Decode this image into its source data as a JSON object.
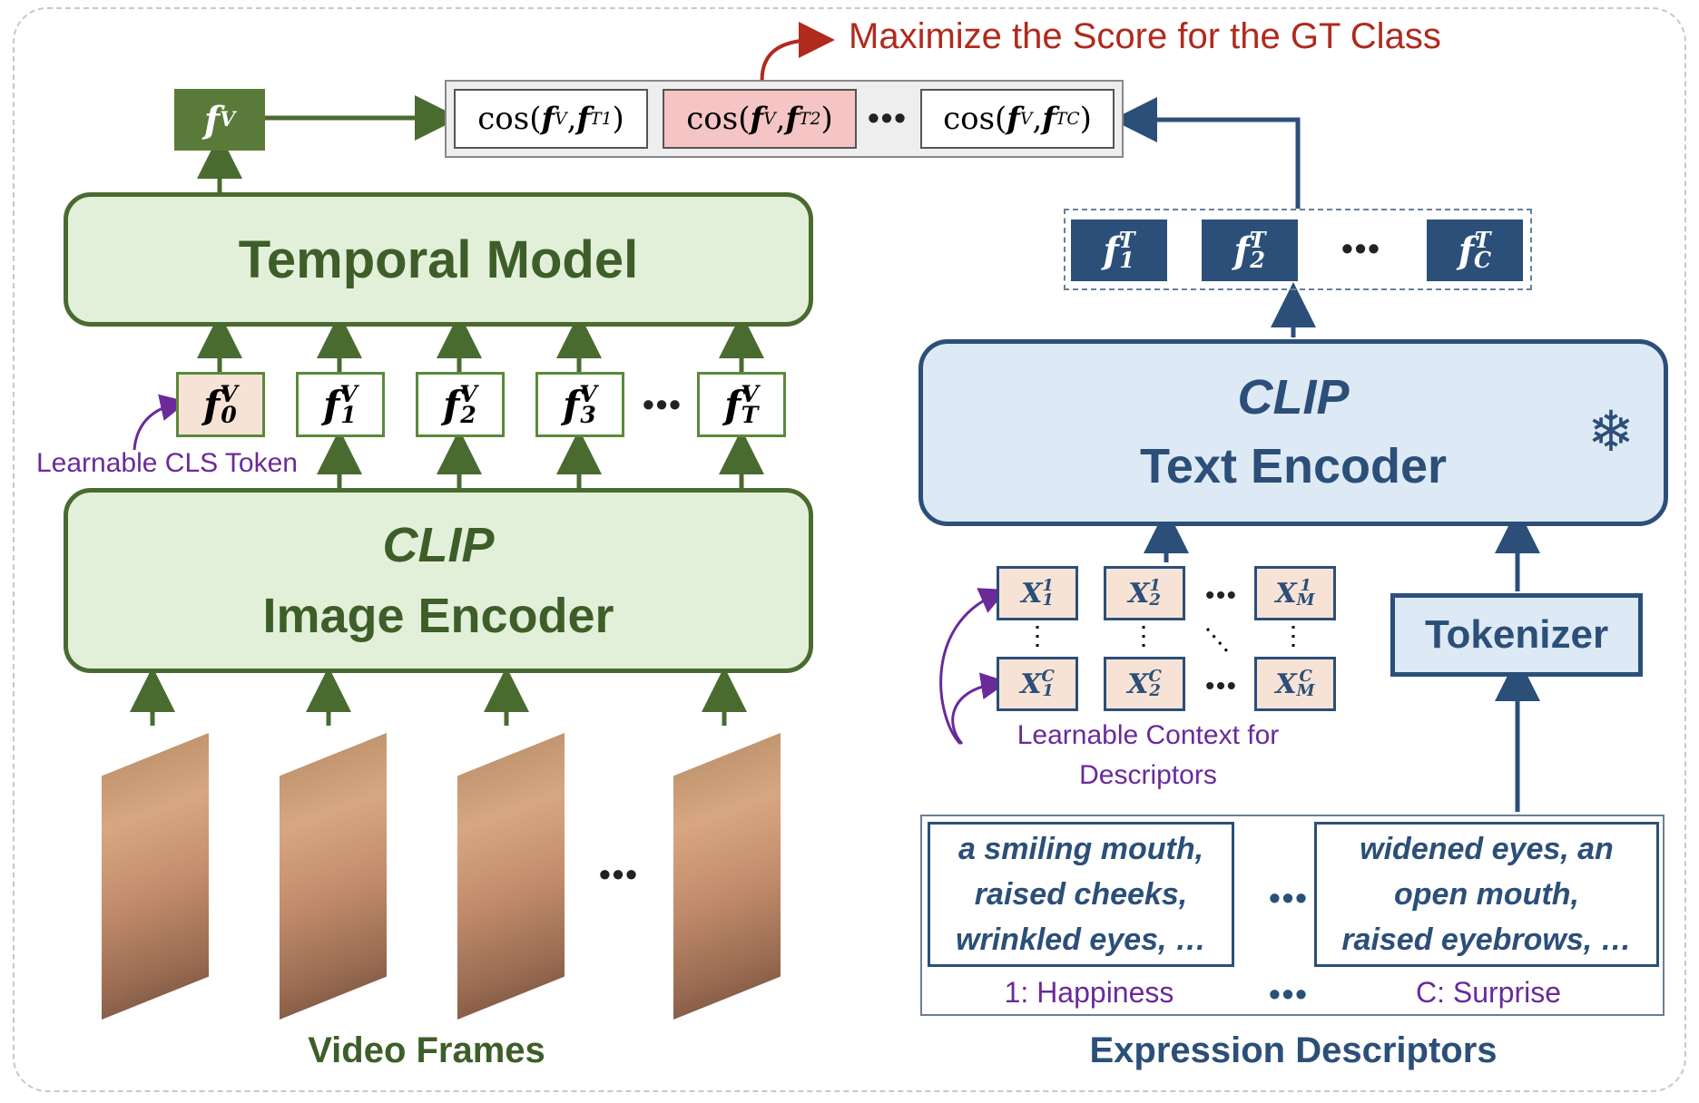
{
  "title": "Maximize the Score for the GT Class",
  "image_branch": {
    "fv_label": "f",
    "fv_sup": "V",
    "temporal_model": "Temporal Model",
    "clip_label": "CLIP",
    "image_encoder_label": "Image Encoder",
    "cls_token_label": "Learnable CLS Token",
    "video_frames_label": "Video Frames",
    "tokens": [
      {
        "base": "f",
        "sup": "V",
        "sub": "0"
      },
      {
        "base": "f",
        "sup": "V",
        "sub": "1"
      },
      {
        "base": "f",
        "sup": "V",
        "sub": "2"
      },
      {
        "base": "f",
        "sup": "V",
        "sub": "3"
      },
      {
        "base": "f",
        "sup": "V",
        "sub": "T"
      }
    ],
    "ellipsis": "•••"
  },
  "scores": [
    {
      "prefix": "cos(",
      "a": "f",
      "a_sup": "V",
      "b": "f",
      "b_sup": "T",
      "b_sub": "1",
      "suffix": ")"
    },
    {
      "prefix": "cos(",
      "a": "f",
      "a_sup": "V",
      "b": "f",
      "b_sup": "T",
      "b_sub": "2",
      "suffix": ")"
    },
    {
      "prefix": "cos(",
      "a": "f",
      "a_sup": "V",
      "b": "f",
      "b_sup": "T",
      "b_sub": "C",
      "suffix": ")"
    }
  ],
  "text_branch": {
    "text_features": [
      {
        "base": "f",
        "sup": "T",
        "sub": "1"
      },
      {
        "base": "f",
        "sup": "T",
        "sub": "2"
      },
      {
        "base": "f",
        "sup": "T",
        "sub": "C"
      }
    ],
    "clip_label": "CLIP",
    "text_encoder_label": "Text Encoder",
    "snowflake_icon": "❄",
    "tokenizer_label": "Tokenizer",
    "context_label_line1": "Learnable Context for",
    "context_label_line2": "Descriptors",
    "context_tokens_top": [
      {
        "base": "X",
        "sup": "1",
        "sub": "1"
      },
      {
        "base": "X",
        "sup": "1",
        "sub": "2"
      },
      {
        "base": "X",
        "sup": "1",
        "sub": "M"
      }
    ],
    "context_tokens_bottom": [
      {
        "base": "X",
        "sup": "C",
        "sub": "1"
      },
      {
        "base": "X",
        "sup": "C",
        "sub": "2"
      },
      {
        "base": "X",
        "sup": "C",
        "sub": "M"
      }
    ],
    "descriptors": [
      {
        "lines": [
          "a smiling mouth,",
          "raised cheeks,",
          "wrinkled eyes, …"
        ],
        "class_label": "1: Happiness"
      },
      {
        "lines": [
          "widened eyes, an",
          "open mouth,",
          "raised eyebrows, …"
        ],
        "class_label": "C: Surprise"
      }
    ],
    "expression_descriptors_label": "Expression Descriptors"
  },
  "colors": {
    "green_dark": "#4a6b30",
    "green_fill": "#e3f0d9",
    "blue_dark": "#2b4f78",
    "blue_fill": "#dde9f5",
    "red_title": "#b02a1e",
    "purple": "#6a2a9a",
    "highlight": "#f5c4c4"
  }
}
